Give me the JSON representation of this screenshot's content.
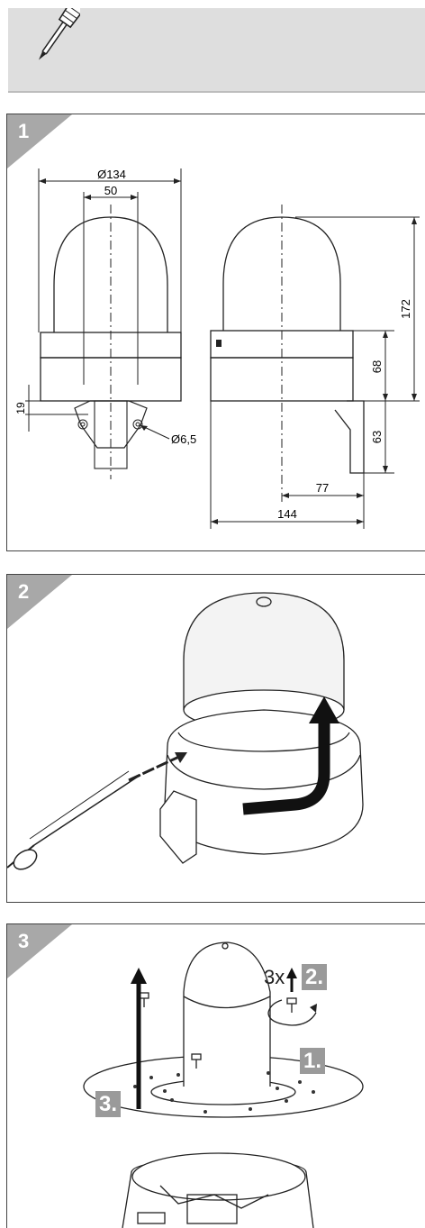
{
  "header": {
    "tool_icon": "screwdriver-icon"
  },
  "step1": {
    "number": "1",
    "dims": {
      "diameter_main": "Ø134",
      "width_50": "50",
      "dim_19": "19",
      "hole": "Ø6,5",
      "height_172": "172",
      "height_68": "68",
      "height_63": "63",
      "depth_77": "77",
      "depth_144": "144"
    }
  },
  "step2": {
    "number": "2"
  },
  "step3": {
    "number": "3",
    "label_3x": "3x",
    "tag_1": "1.",
    "tag_2": "2.",
    "tag_3": "3."
  },
  "colors": {
    "tag_gray": "#9a9a9a",
    "header_bg": "#dedede",
    "corner_gray": "#a8a8a8"
  }
}
